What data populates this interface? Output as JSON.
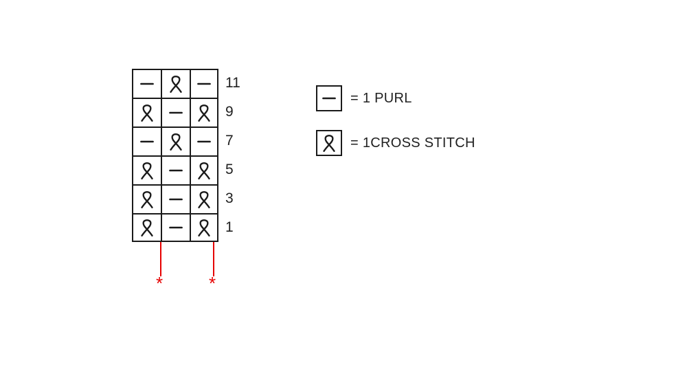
{
  "chart": {
    "rows": [
      {
        "number": "11",
        "cells": [
          "purl",
          "cross",
          "purl"
        ]
      },
      {
        "number": "9",
        "cells": [
          "cross",
          "purl",
          "cross"
        ]
      },
      {
        "number": "7",
        "cells": [
          "purl",
          "cross",
          "purl"
        ]
      },
      {
        "number": "5",
        "cells": [
          "cross",
          "purl",
          "cross"
        ]
      },
      {
        "number": "3",
        "cells": [
          "cross",
          "purl",
          "cross"
        ]
      },
      {
        "number": "1",
        "cells": [
          "cross",
          "purl",
          "cross"
        ]
      }
    ],
    "repeat_markers": [
      {
        "symbol": "*"
      },
      {
        "symbol": "*"
      }
    ]
  },
  "legend": {
    "items": [
      {
        "symbol": "purl",
        "label": "= 1 PURL"
      },
      {
        "symbol": "cross",
        "label": "= 1CROSS STITCH"
      }
    ]
  },
  "colors": {
    "ink": "#1a1a1a",
    "marker_red": "#e60000"
  }
}
